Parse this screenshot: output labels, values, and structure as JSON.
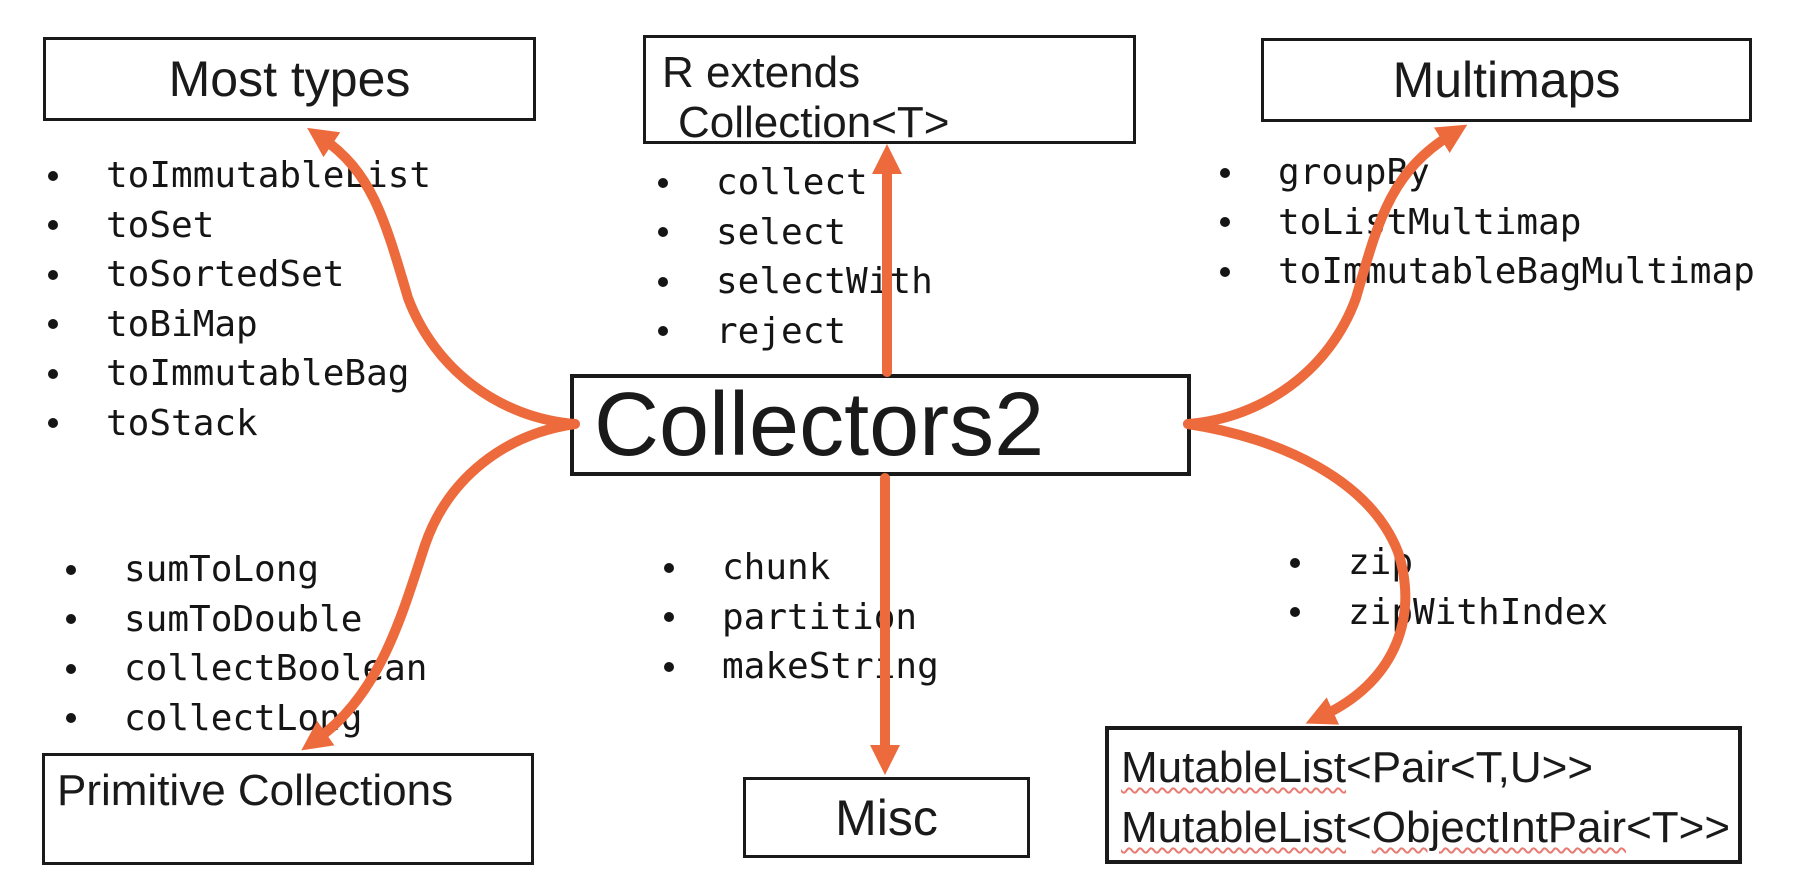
{
  "colors": {
    "arrow": "#ED6A3C",
    "ink": "#1a1a1a",
    "squiggle": "#e87b72"
  },
  "center": {
    "label": "Collectors2"
  },
  "groups": {
    "mostTypes": {
      "title": "Most types",
      "items": [
        "toImmutableList",
        "toSet",
        "toSortedSet",
        "toBiMap",
        "toImmutableBag",
        "toStack"
      ]
    },
    "collection": {
      "title_line1": "R extends",
      "title_line2": "Collection<T>",
      "items": [
        "collect",
        "select",
        "selectWith",
        "reject"
      ]
    },
    "multimaps": {
      "title": "Multimaps",
      "items": [
        "groupBy",
        "toListMultimap",
        "toImmutableBagMultimap"
      ]
    },
    "primitive": {
      "title": "Primitive Collections",
      "items": [
        "sumToLong",
        "sumToDouble",
        "collectBoolean",
        "collectLong"
      ]
    },
    "misc": {
      "title": "Misc",
      "items": [
        "chunk",
        "partition",
        "makeString"
      ]
    },
    "pairs": {
      "line1_underlined": "MutableList",
      "line1_rest": "<Pair<T,U>>",
      "line2_underlined1": "MutableList",
      "line2_mid": "<",
      "line2_underlined2": "ObjectIntPair",
      "line2_rest": "<T>>",
      "items": [
        "zip",
        "zipWithIndex"
      ]
    }
  }
}
